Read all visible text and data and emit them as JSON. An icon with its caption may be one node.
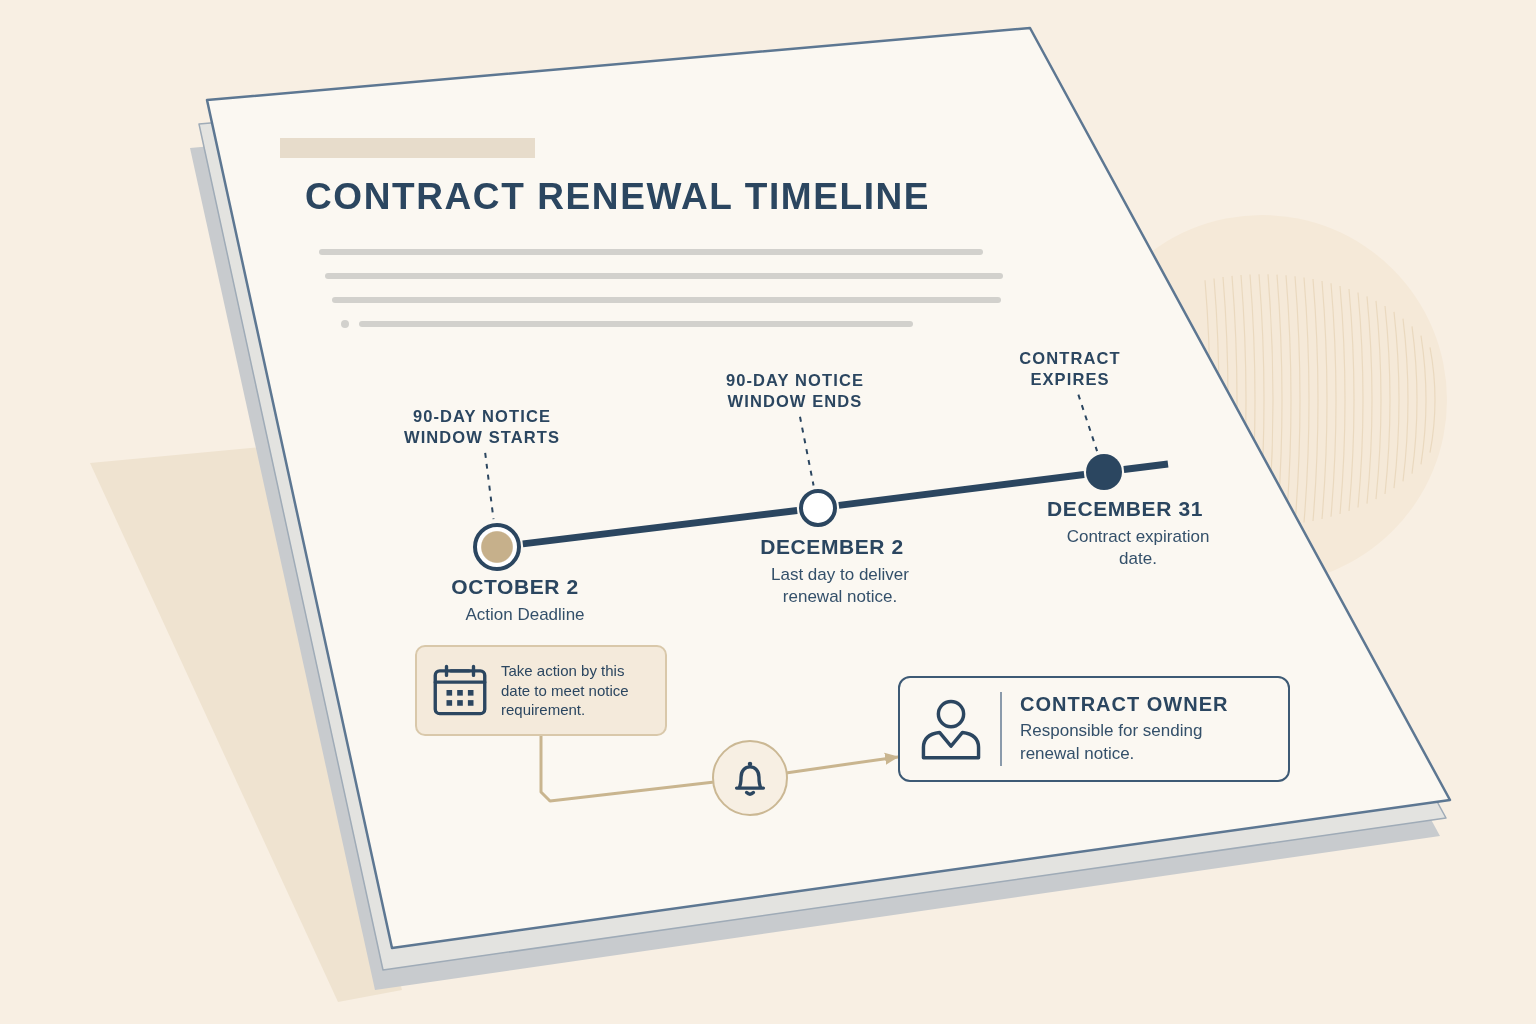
{
  "diagram": {
    "title": "CONTRACT RENEWAL TIMELINE",
    "nodes": [
      {
        "text": [
          "90-DAY NOTICE WINDOW STARTS"
        ]
      },
      {
        "text": [
          "90-DAY NOTICE WINDOW ENDS"
        ]
      },
      {
        "text": [
          "CONTRACT EXPIRES"
        ]
      },
      {
        "text": [],
        "shape": "circle",
        "beside": [
          "OCTOBER 2",
          "Action Deadline"
        ]
      },
      {
        "text": [],
        "shape": "circle",
        "beside": [
          "DECEMBER 2",
          "Last day to deliver renewal notice."
        ]
      },
      {
        "text": [],
        "shape": "circle",
        "beside": [
          "DECEMBER 31",
          "Contract expiration date."
        ]
      },
      {
        "text": [
          "Take action by this date to meet notice requirement."
        ]
      },
      {
        "text": [],
        "shape": "circle"
      },
      {
        "text": [
          "CONTRACT OWNER",
          "Responsible for sending renewal notice."
        ]
      }
    ],
    "edges": [
      {
        "from": 0,
        "to": 3,
        "arrow": "none",
        "style": "dashed"
      },
      {
        "from": 1,
        "to": 4,
        "arrow": "none",
        "style": "dashed"
      },
      {
        "from": 2,
        "to": 5,
        "arrow": "none",
        "style": "dashed"
      },
      {
        "from": 3,
        "to": 4,
        "arrow": "none",
        "style": "thick"
      },
      {
        "from": 4,
        "to": 5,
        "arrow": "none",
        "style": "thick"
      },
      {
        "from": 5,
        "to": null,
        "arrow": "none",
        "style": "thick"
      },
      {
        "from": 6,
        "to": 7,
        "arrow": "none",
        "color": "#c9b58f"
      },
      {
        "from": 7,
        "to": 8,
        "arrow": "to",
        "color": "#c9b58f"
      }
    ]
  }
}
